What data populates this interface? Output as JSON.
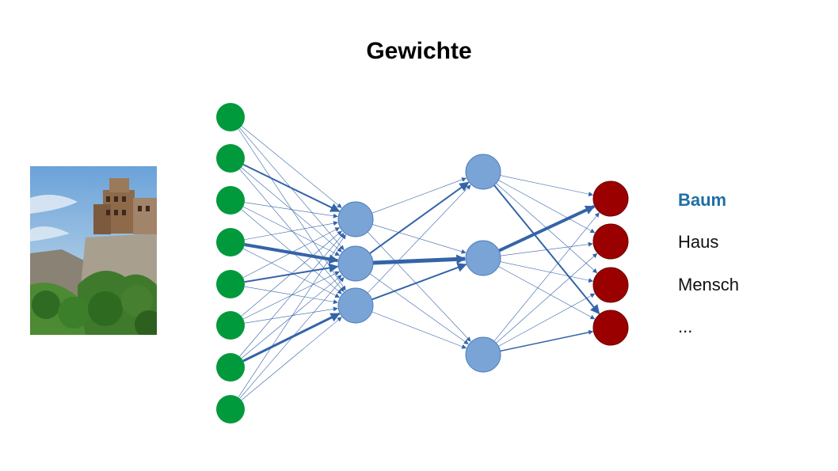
{
  "title": "Gewichte",
  "colors": {
    "input_node": "#009a3c",
    "hidden_node": "#7aa3d6",
    "hidden_node_stroke": "#4f7fbf",
    "output_node": "#9b0000",
    "edge": "#3464a8",
    "highlight_label": "#1f6fa5"
  },
  "network": {
    "layers": [
      {
        "name": "input",
        "count": 8
      },
      {
        "name": "hidden1",
        "count": 3
      },
      {
        "name": "hidden2",
        "count": 3
      },
      {
        "name": "output",
        "count": 4
      }
    ],
    "strong_connections": [
      {
        "from_layer": 0,
        "from": 1,
        "to": 0,
        "weight": 2
      },
      {
        "from_layer": 0,
        "from": 3,
        "to": 1,
        "weight": 4
      },
      {
        "from_layer": 0,
        "from": 4,
        "to": 1,
        "weight": 2
      },
      {
        "from_layer": 0,
        "from": 6,
        "to": 2,
        "weight": 3
      },
      {
        "from_layer": 1,
        "from": 1,
        "to": 0,
        "weight": 2
      },
      {
        "from_layer": 1,
        "from": 1,
        "to": 1,
        "weight": 5
      },
      {
        "from_layer": 1,
        "from": 2,
        "to": 1,
        "weight": 2
      },
      {
        "from_layer": 2,
        "from": 1,
        "to": 0,
        "weight": 4
      },
      {
        "from_layer": 2,
        "from": 0,
        "to": 3,
        "weight": 2
      },
      {
        "from_layer": 2,
        "from": 2,
        "to": 3,
        "weight": 1.5
      }
    ]
  },
  "outputs": [
    {
      "label": "Baum",
      "highlight": true
    },
    {
      "label": "Haus",
      "highlight": false
    },
    {
      "label": "Mensch",
      "highlight": false
    },
    {
      "label": "...",
      "highlight": false
    }
  ]
}
